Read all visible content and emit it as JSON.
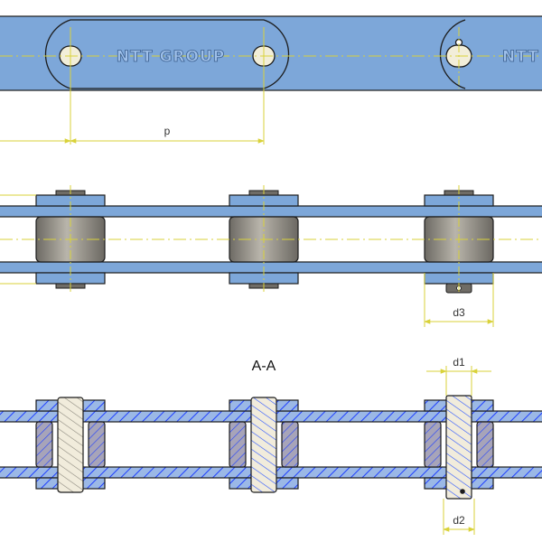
{
  "brand": "NTT GROUP",
  "brand_partial": "NTT",
  "section_label": "A-A",
  "dimensions": {
    "pitch": "p",
    "d1": "d1",
    "d2": "d2",
    "d3": "d3"
  },
  "colors": {
    "plate": "#7da7d9",
    "plate_dark": "#5e89c0",
    "outline": "#1c1c1c",
    "centerline": "#d9d23a",
    "roller": "#8e8b84",
    "pin": "#efe9d8",
    "hatch": "#1f3fff",
    "bushing": "#a9a7b8"
  }
}
